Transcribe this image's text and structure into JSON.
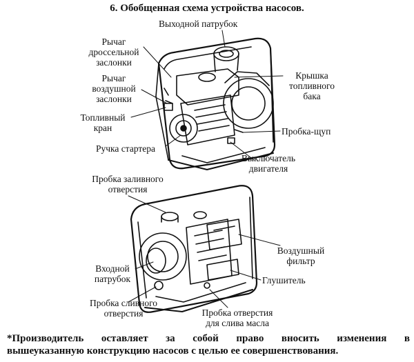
{
  "title": "6. Обобщенная схема устройства насосов.",
  "pump1_labels": {
    "outlet_pipe": "Выходной патрубок",
    "throttle_lever_1": "Рычаг",
    "throttle_lever_2": "дроссельной",
    "throttle_lever_3": "заслонки",
    "choke_lever_1": "Рычаг",
    "choke_lever_2": "воздушной",
    "choke_lever_3": "заслонки",
    "fuel_valve_1": "Топливный",
    "fuel_valve_2": "кран",
    "starter_handle": "Ручка стартера",
    "fuel_cap_1": "Крышка",
    "fuel_cap_2": "топливного",
    "fuel_cap_3": "бака",
    "dipstick": "Пробка-щуп",
    "engine_switch_1": "Выключатель",
    "engine_switch_2": "двигателя"
  },
  "pump2_labels": {
    "filler_plug_1": "Пробка заливного",
    "filler_plug_2": "отверстия",
    "air_filter_1": "Воздушный",
    "air_filter_2": "фильтр",
    "inlet_pipe_1": "Входной",
    "inlet_pipe_2": "патрубок",
    "muffler": "Глушитель",
    "drain_plug_1": "Пробка сливного",
    "drain_plug_2": "отверстия",
    "oil_drain_1": "Пробка отверстия",
    "oil_drain_2": "для слива масла"
  },
  "footnote": {
    "line1": "*Производитель оставляет за собой право вносить изменения в",
    "line2": "вышеуказанную конструкцию насосов с целью ее совершенствования."
  }
}
